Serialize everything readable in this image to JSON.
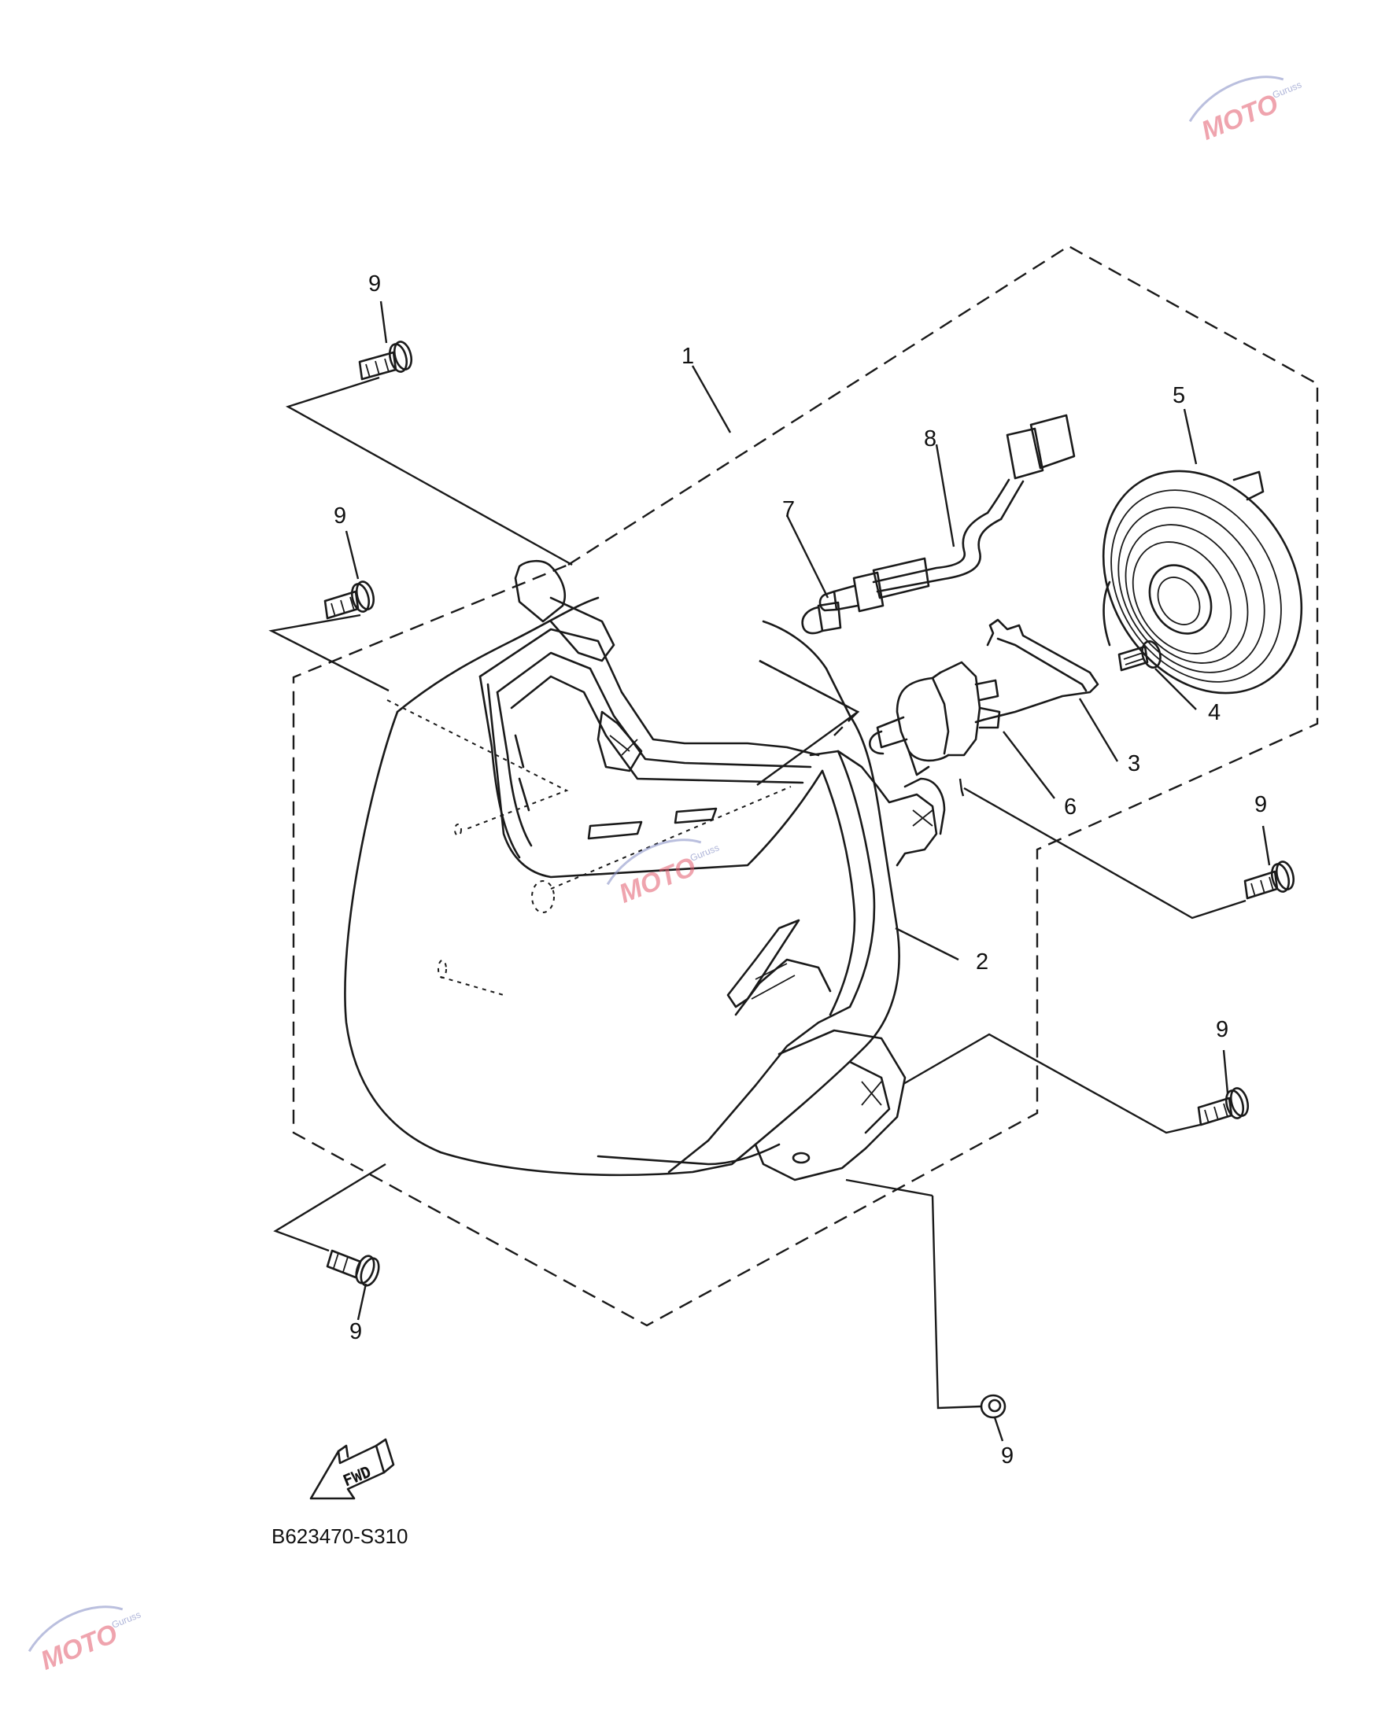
{
  "diagram": {
    "drawing_code": "B623470-S310",
    "direction_label": "FWD",
    "callouts": {
      "c1": "1",
      "c2": "2",
      "c3": "3",
      "c4": "4",
      "c5": "5",
      "c6": "6",
      "c7": "7",
      "c8": "8",
      "c9_top": "9",
      "c9_upper_left": "9",
      "c9_right_upper": "9",
      "c9_right_lower": "9",
      "c9_bottom_left": "9",
      "c9_bottom": "9"
    }
  },
  "watermark": {
    "brand": "MOTO",
    "sub": "Guruss",
    "color": "#e35b6d"
  }
}
